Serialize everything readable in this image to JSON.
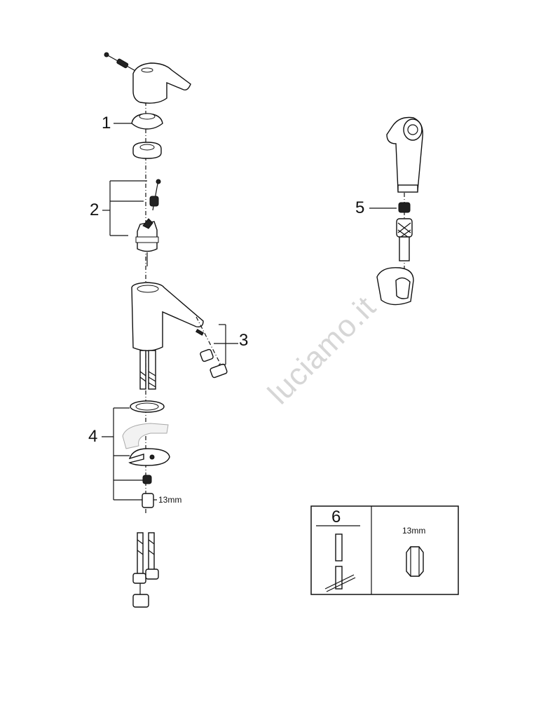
{
  "callouts": {
    "c1": "1",
    "c2": "2",
    "c3": "3",
    "c4": "4",
    "c5": "5",
    "c6": "6"
  },
  "dimension_label": "13mm",
  "tool_box": {
    "number": "6",
    "wrench_size": "13mm"
  },
  "watermark": "luciamo.it"
}
